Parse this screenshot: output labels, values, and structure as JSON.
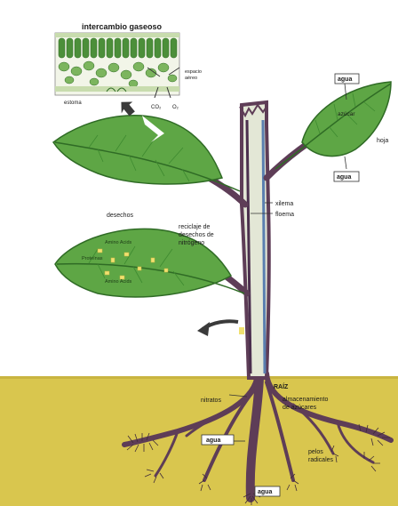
{
  "title": "intercambio gaseoso",
  "labels": {
    "espacio_aereo_1": "espacio",
    "espacio_aereo_2": "aéreo",
    "estoma": "estoma",
    "co2": "CO₂",
    "o2": "O₂",
    "agua_top": "agua",
    "azucar": "azúcar",
    "hoja": "hoja",
    "agua_right": "agua",
    "xilema": "xilema",
    "floema": "floema",
    "desechos": "desechos",
    "reciclaje_1": "reciclaje de",
    "reciclaje_2": "desechos de",
    "reciclaje_3": "nitrógeno",
    "amino_acids_1": "Amino Acids",
    "proteinas": "Proteínas",
    "amino_acids_2": "Amino Acids",
    "raiz": "RAÍZ",
    "nitratos": "nitratos",
    "almacenamiento_1": "almacenamiento",
    "almacenamiento_2": "de azúcares",
    "agua_root": "agua",
    "pelos_1": "pelos",
    "pelos_2": "radicales",
    "agua_bottom": "agua"
  },
  "colors": {
    "soil": "#d9c64e",
    "leaf": "#5ea645",
    "leaf_dark": "#2f6b25",
    "stem": "#e3e7d6",
    "xylem": "#5a7fb0",
    "phloem": "#4b2f4e",
    "root": "#5e3d57",
    "arrow": "#3a3a3a"
  },
  "icons": [
    "arrow-icon",
    "diffusion-arrow-icon"
  ]
}
